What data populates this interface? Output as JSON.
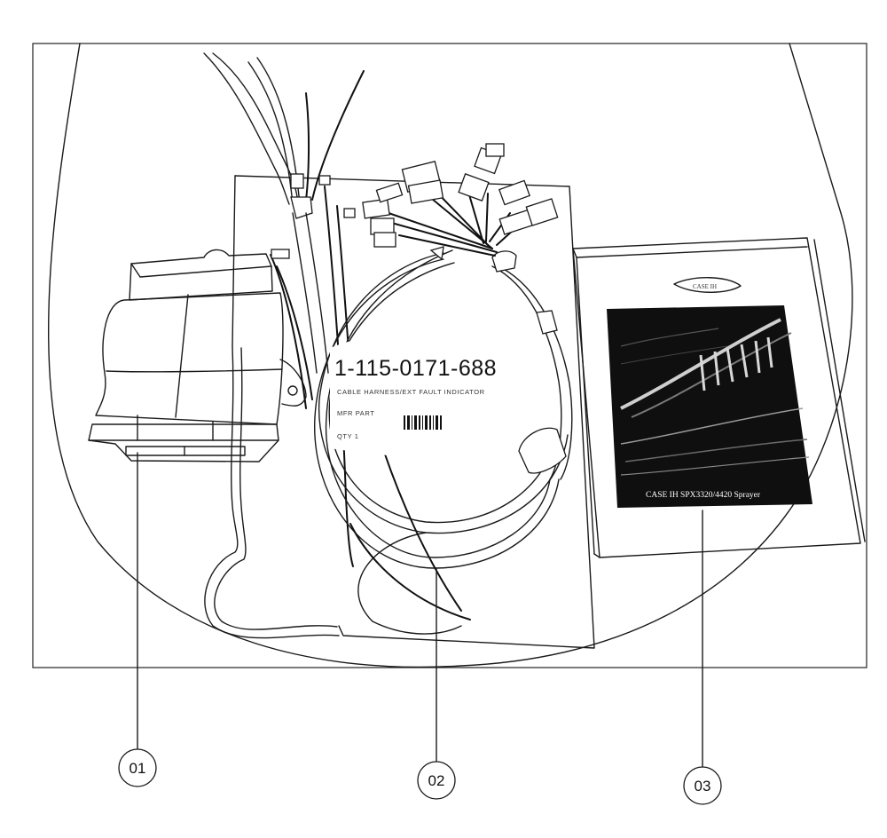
{
  "figure": {
    "callouts": [
      {
        "id": "01",
        "label": "01"
      },
      {
        "id": "02",
        "label": "02"
      },
      {
        "id": "03",
        "label": "03"
      }
    ],
    "harness_tag": {
      "part_number": "1-115-0171-688",
      "line1": "CABLE HARNESS/EXT FAULT INDICATOR",
      "line2": "MFR PART",
      "line3": "QTY 1"
    },
    "manual": {
      "logo_text": "CASE IH",
      "cover_caption": "CASE IH SPX3320/4420 Sprayer"
    }
  }
}
